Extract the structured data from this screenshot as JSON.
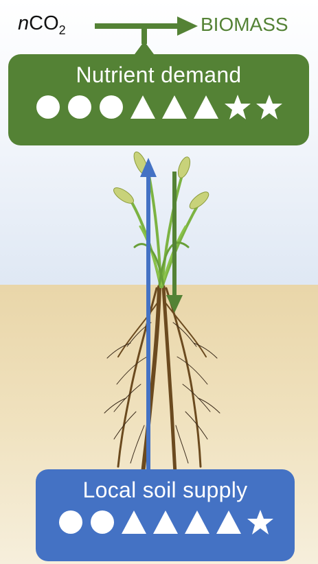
{
  "header": {
    "co2_prefix": "n",
    "co2_main": "CO",
    "co2_sub": "2",
    "output_label": "BIOMASS"
  },
  "demand": {
    "title": "Nutrient demand",
    "symbols": [
      "circle",
      "circle",
      "circle",
      "triangle",
      "triangle",
      "triangle",
      "star",
      "star"
    ]
  },
  "supply": {
    "title": "Local soil supply",
    "symbols": [
      "circle",
      "circle",
      "triangle",
      "triangle",
      "triangle",
      "triangle",
      "star"
    ]
  },
  "colors": {
    "green": "#548235",
    "blue": "#4472c4",
    "root": "#6b4a1f",
    "leaf": "#7cb342"
  },
  "icons": [
    "wheat-plant-icon",
    "arrow-up-icon",
    "arrow-down-icon",
    "arrow-right-icon"
  ]
}
